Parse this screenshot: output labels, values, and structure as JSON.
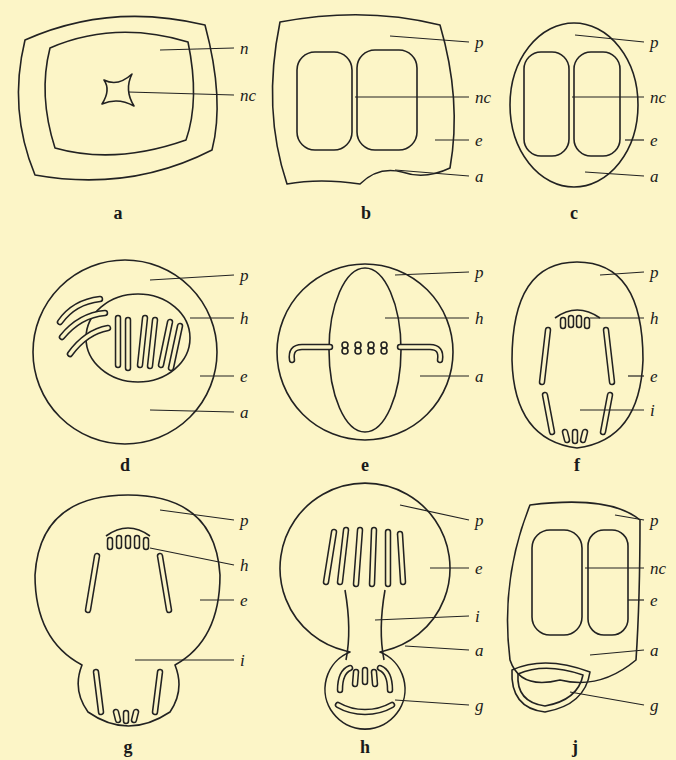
{
  "diagram": {
    "labels": [
      "n",
      "nc",
      "a",
      "p",
      "nc",
      "e",
      "a",
      "b",
      "p",
      "nc",
      "e",
      "a",
      "c",
      "p",
      "h",
      "e",
      "a",
      "d",
      "p",
      "h",
      "a",
      "e",
      "p",
      "h",
      "e",
      "i",
      "f",
      "p",
      "h",
      "e",
      "i",
      "g",
      "p",
      "e",
      "i",
      "a",
      "g",
      "h",
      "p",
      "nc",
      "e",
      "a",
      "g",
      "j"
    ]
  }
}
